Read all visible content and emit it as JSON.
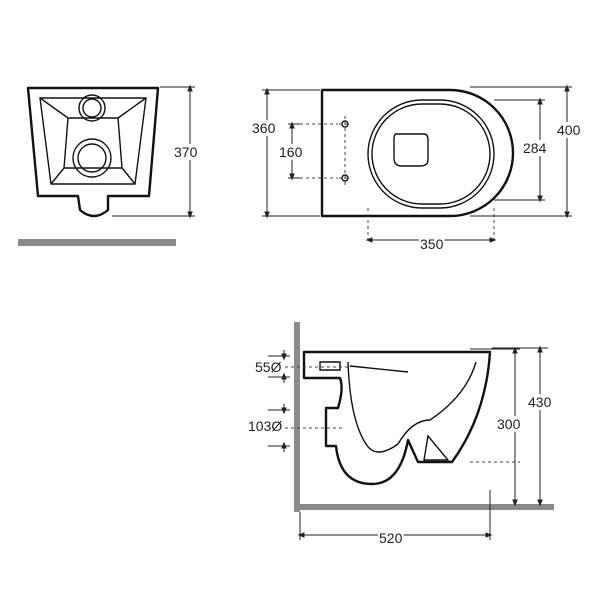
{
  "front_view": {
    "height_label": "370"
  },
  "top_view": {
    "depth_outer_label": "400",
    "depth_inner_label": "360",
    "bolt_spacing_label": "160",
    "bowl_depth_label": "284",
    "bowl_width_label": "350"
  },
  "side_view": {
    "total_length_label": "520",
    "total_height_label": "430",
    "outlet_height_label": "300",
    "inlet_diameter_label": "55Ø",
    "outlet_diameter_label": "103Ø"
  },
  "colors": {
    "line": "#111111",
    "wall": "#8a8a8a"
  }
}
